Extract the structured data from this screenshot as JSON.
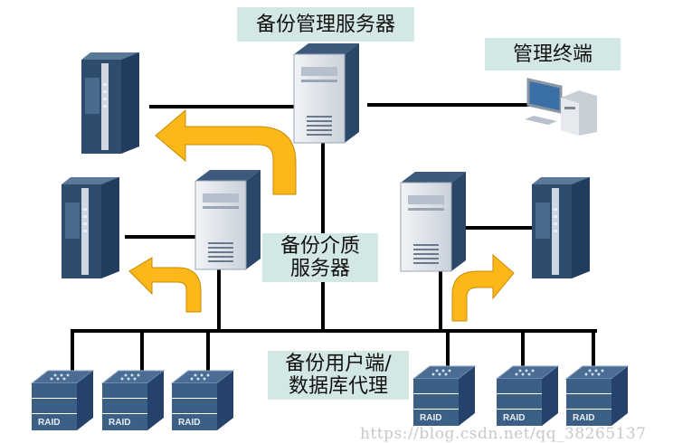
{
  "labels": {
    "mgmt_server": "备份管理服务器",
    "mgmt_terminal": "管理终端",
    "media_server_line1": "备份介质",
    "media_server_line2": "服务器",
    "client_line1": "备份用户端/",
    "client_line2": "数据库代理"
  },
  "raid_label": "RAID",
  "watermark": "https://blog.csdn.net/qq_38265137",
  "colors": {
    "label_bg": "#d3e8e5",
    "arrow": "#fbb818",
    "line": "#000000",
    "rack": "#2e4c6e",
    "tower": "#dfe4ea"
  }
}
